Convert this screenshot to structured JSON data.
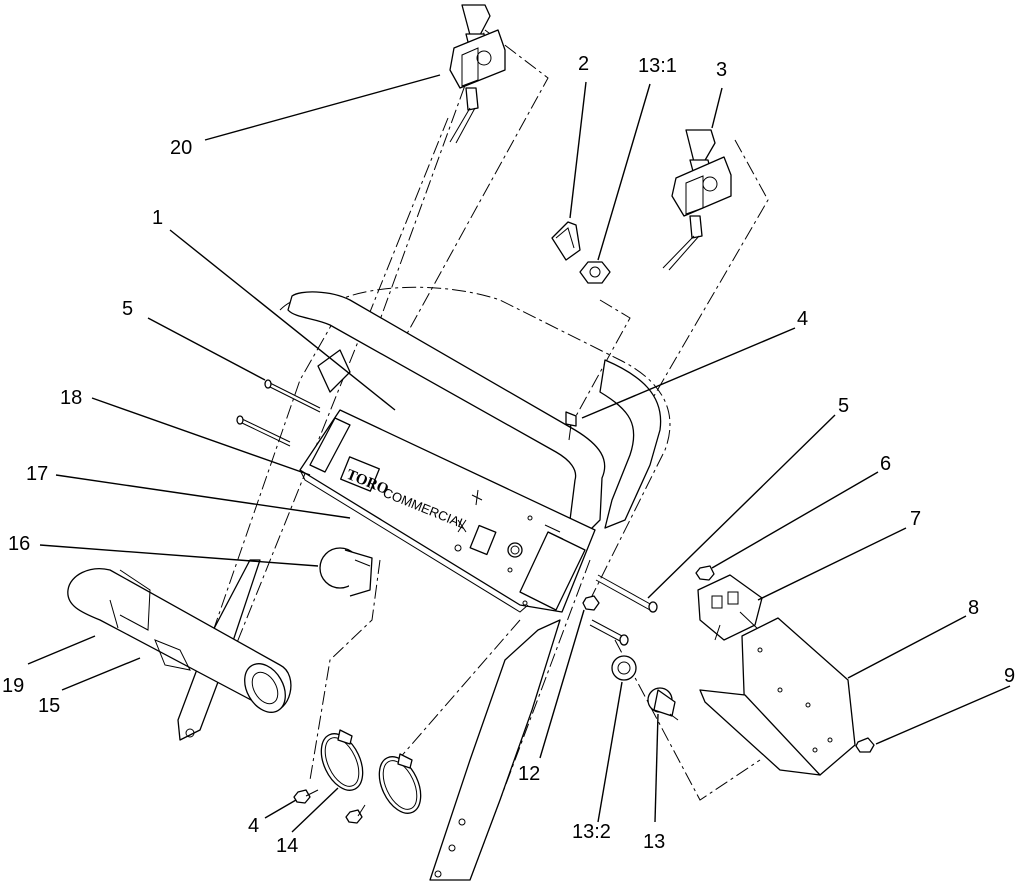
{
  "diagram": {
    "callouts": [
      {
        "id": "c20",
        "label": "20"
      },
      {
        "id": "c2",
        "label": "2"
      },
      {
        "id": "c13-1",
        "label": "13:1"
      },
      {
        "id": "c3",
        "label": "3"
      },
      {
        "id": "c1",
        "label": "1"
      },
      {
        "id": "c5a",
        "label": "5"
      },
      {
        "id": "c4a",
        "label": "4"
      },
      {
        "id": "c18",
        "label": "18"
      },
      {
        "id": "c5b",
        "label": "5"
      },
      {
        "id": "c6",
        "label": "6"
      },
      {
        "id": "c17",
        "label": "17"
      },
      {
        "id": "c7",
        "label": "7"
      },
      {
        "id": "c16",
        "label": "16"
      },
      {
        "id": "c8",
        "label": "8"
      },
      {
        "id": "c9",
        "label": "9"
      },
      {
        "id": "c19",
        "label": "19"
      },
      {
        "id": "c15",
        "label": "15"
      },
      {
        "id": "c12",
        "label": "12"
      },
      {
        "id": "c4b",
        "label": "4"
      },
      {
        "id": "c14",
        "label": "14"
      },
      {
        "id": "c13-2",
        "label": "13:2"
      },
      {
        "id": "c13",
        "label": "13"
      }
    ],
    "panel": {
      "brand": "TORO",
      "model": "COMMERCIAL"
    }
  }
}
